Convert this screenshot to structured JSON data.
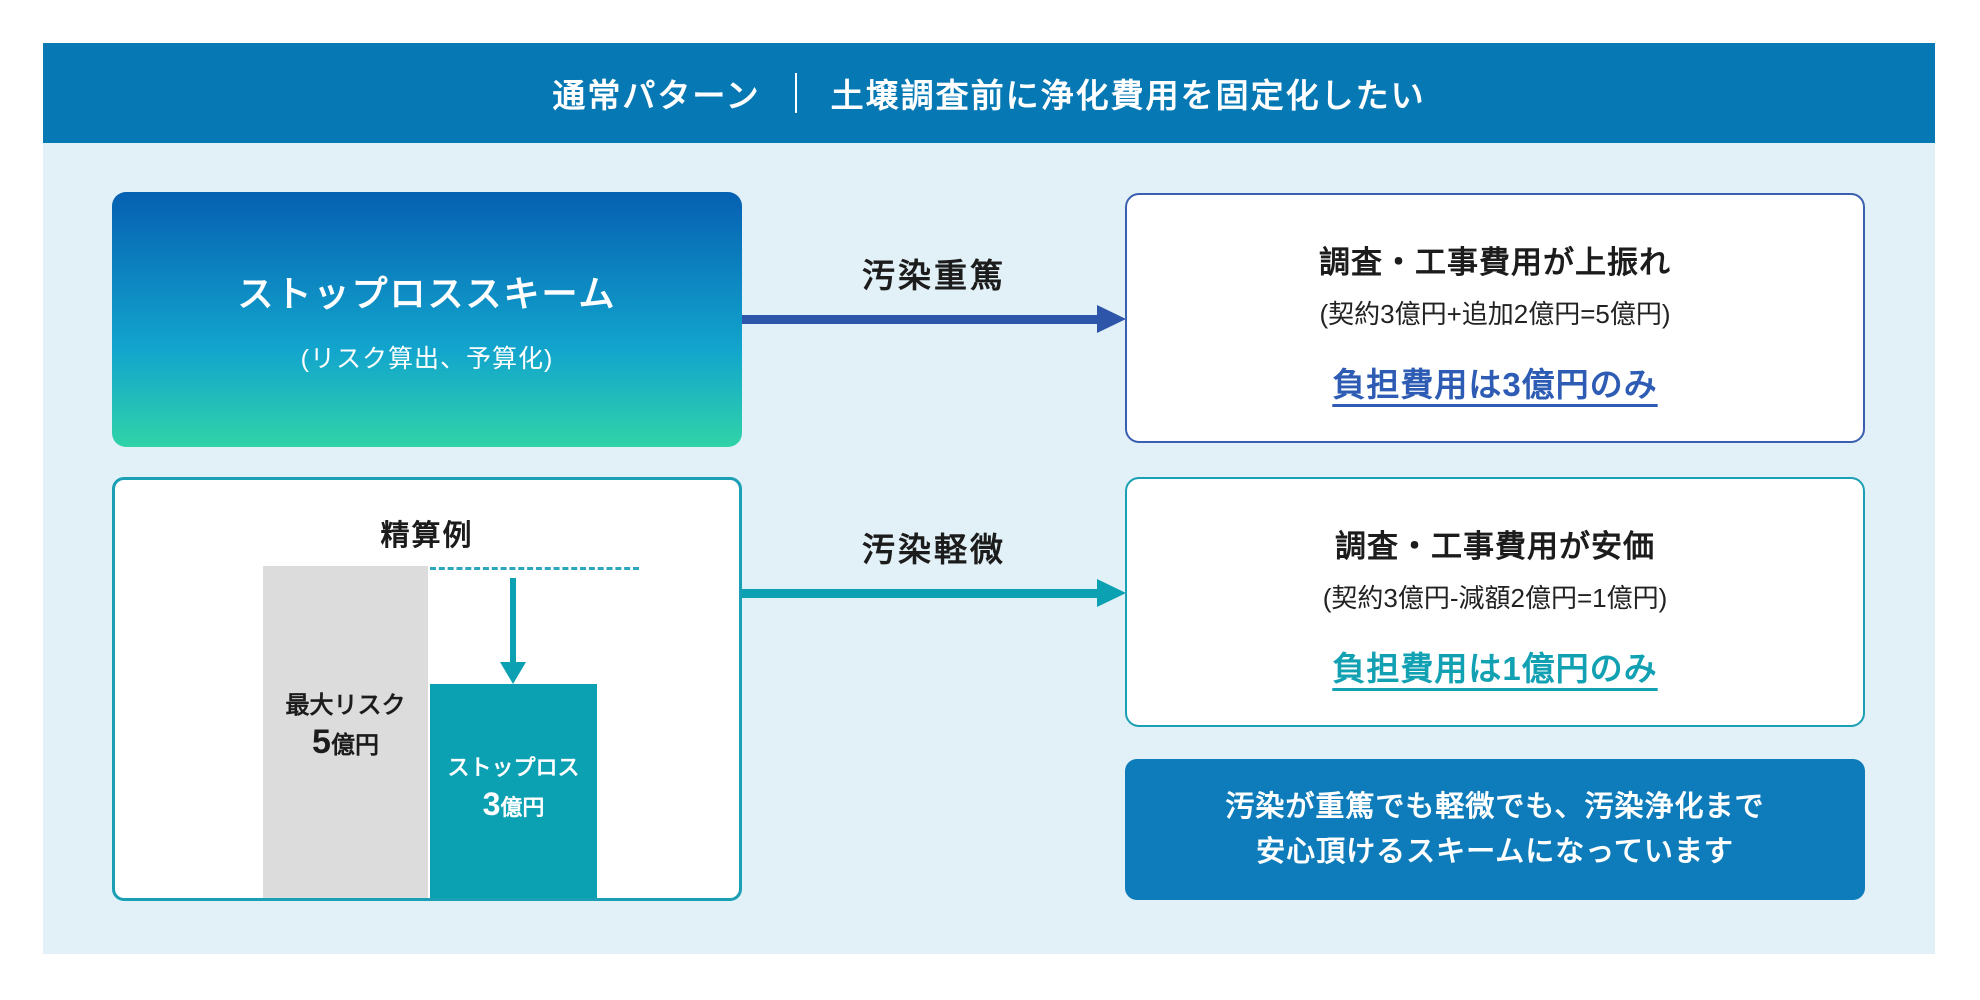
{
  "header": {
    "left": "通常パターン",
    "right": "土壌調査前に浄化費用を固定化したい"
  },
  "scheme_box": {
    "title": "ストップロススキーム",
    "subtitle": "(リスク算出、予算化)"
  },
  "settlement": {
    "title": "精算例",
    "max_risk_label": "最大リスク",
    "max_risk_value": "5",
    "max_risk_unit": "億円",
    "stoploss_label": "ストップロス",
    "stoploss_value": "3",
    "stoploss_unit": "億円"
  },
  "arrows": {
    "severe": "汚染重篤",
    "minor": "汚染軽微"
  },
  "severe_box": {
    "title": "調査・工事費用が上振れ",
    "formula": "(契約3億円+追加2億円=5億円)",
    "highlight": "負担費用は3億円のみ"
  },
  "minor_box": {
    "title": "調査・工事費用が安価",
    "formula": "(契約3億円-減額2億円=1億円)",
    "highlight": "負担費用は1億円のみ"
  },
  "note_box": {
    "line1": "汚染が重篤でも軽微でも、汚染浄化まで",
    "line2": "安心頂けるスキームになっています"
  },
  "colors": {
    "header_bg": "#0678b4",
    "panel_bg": "#e2f0f7",
    "gradient_top": "#0660b2",
    "gradient_mid": "#12a5cd",
    "gradient_bottom": "#30d3a8",
    "teal": "#0ba0b2",
    "teal_border": "#1a9fb4",
    "arrow_blue": "#2d55a9",
    "box_border_blue": "#3a5fb0",
    "highlight_blue": "#2e5cb5",
    "highlight_teal": "#12a1b2",
    "note_bg": "#0e7cba",
    "bar_gray": "#dcdcdc"
  },
  "chart_data": {
    "type": "bar",
    "title": "精算例",
    "categories": [
      "最大リスク",
      "ストップロス"
    ],
    "values": [
      5,
      3
    ],
    "unit": "億円",
    "bar_colors": [
      "#dcdcdc",
      "#0ba0b2"
    ],
    "legend_position": "none",
    "grid": false
  }
}
